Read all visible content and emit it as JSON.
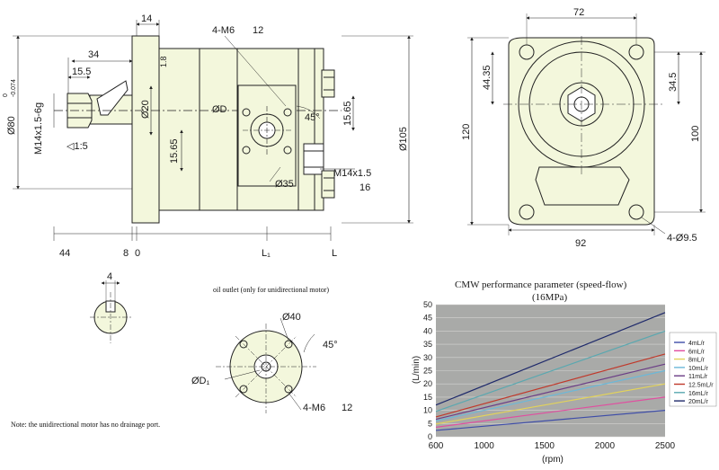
{
  "side_view": {
    "dims": {
      "d14": "14",
      "d34": "34",
      "d155": "15.5",
      "m6": "4-M6",
      "m6_depth": "12",
      "d18": "1.8",
      "d80": "Ø80",
      "d80_tol_up": "0",
      "d80_tol_dn": "-0.074",
      "thread": "M14x1.5-6g",
      "taper": "◁1:5",
      "d20": "Ø20",
      "dD": "ØD",
      "a45": "45°",
      "d1565a": "15.65",
      "d1565b": "15.65",
      "d105": "Ø105",
      "d35": "Ø35",
      "port": "M14x1.5",
      "port_depth": "16",
      "b44": "44",
      "b8": "8",
      "b0": "0",
      "bL1": "L₁",
      "bL": "L"
    }
  },
  "front_view": {
    "dims": {
      "w72": "72",
      "h4435": "44.35",
      "h345": "34.5",
      "h120": "120",
      "h100": "100",
      "w92": "92",
      "holes": "4-Ø9.5"
    }
  },
  "key_view": {
    "dims": {
      "k4": "4"
    }
  },
  "outlet_view": {
    "label": "oil outlet (only for unidirectional motor)",
    "dims": {
      "d40": "Ø40",
      "a45": "45°",
      "dD1": "ØD₁",
      "m6": "4-M6",
      "m6_depth": "12"
    }
  },
  "note": "Note: the unidirectional motor has no drainage port.",
  "chart_data": {
    "type": "line",
    "title": "CMW performance parameter (speed-flow)",
    "subtitle": "(16MPa)",
    "xlabel": "(rpm)",
    "ylabel": "(L/min)",
    "xlim": [
      600,
      2500
    ],
    "ylim": [
      0,
      50
    ],
    "x_ticks": [
      600,
      1000,
      1500,
      2000,
      2500
    ],
    "y_ticks": [
      0,
      5,
      10,
      15,
      20,
      25,
      30,
      35,
      40,
      45,
      50
    ],
    "grid": true,
    "legend_position": "right",
    "x": [
      600,
      2500
    ],
    "series": [
      {
        "name": "4mL/r",
        "color": "#3e4da8",
        "values": [
          2.4,
          10.0
        ]
      },
      {
        "name": "6mL/r",
        "color": "#e04fa0",
        "values": [
          3.6,
          15.0
        ]
      },
      {
        "name": "8mL/r",
        "color": "#e3d35a",
        "values": [
          4.8,
          20.0
        ]
      },
      {
        "name": "10mL/r",
        "color": "#6cb8d8",
        "values": [
          6.0,
          25.0
        ]
      },
      {
        "name": "11mL/r",
        "color": "#6b3d86",
        "values": [
          6.6,
          27.5
        ]
      },
      {
        "name": "12.5mL/r",
        "color": "#c0392b",
        "values": [
          7.5,
          31.3
        ]
      },
      {
        "name": "16mL/r",
        "color": "#5aa8b0",
        "values": [
          9.6,
          40.0
        ]
      },
      {
        "name": "20mL/r",
        "color": "#1f2a6b",
        "values": [
          12.0,
          47.0
        ]
      }
    ]
  }
}
